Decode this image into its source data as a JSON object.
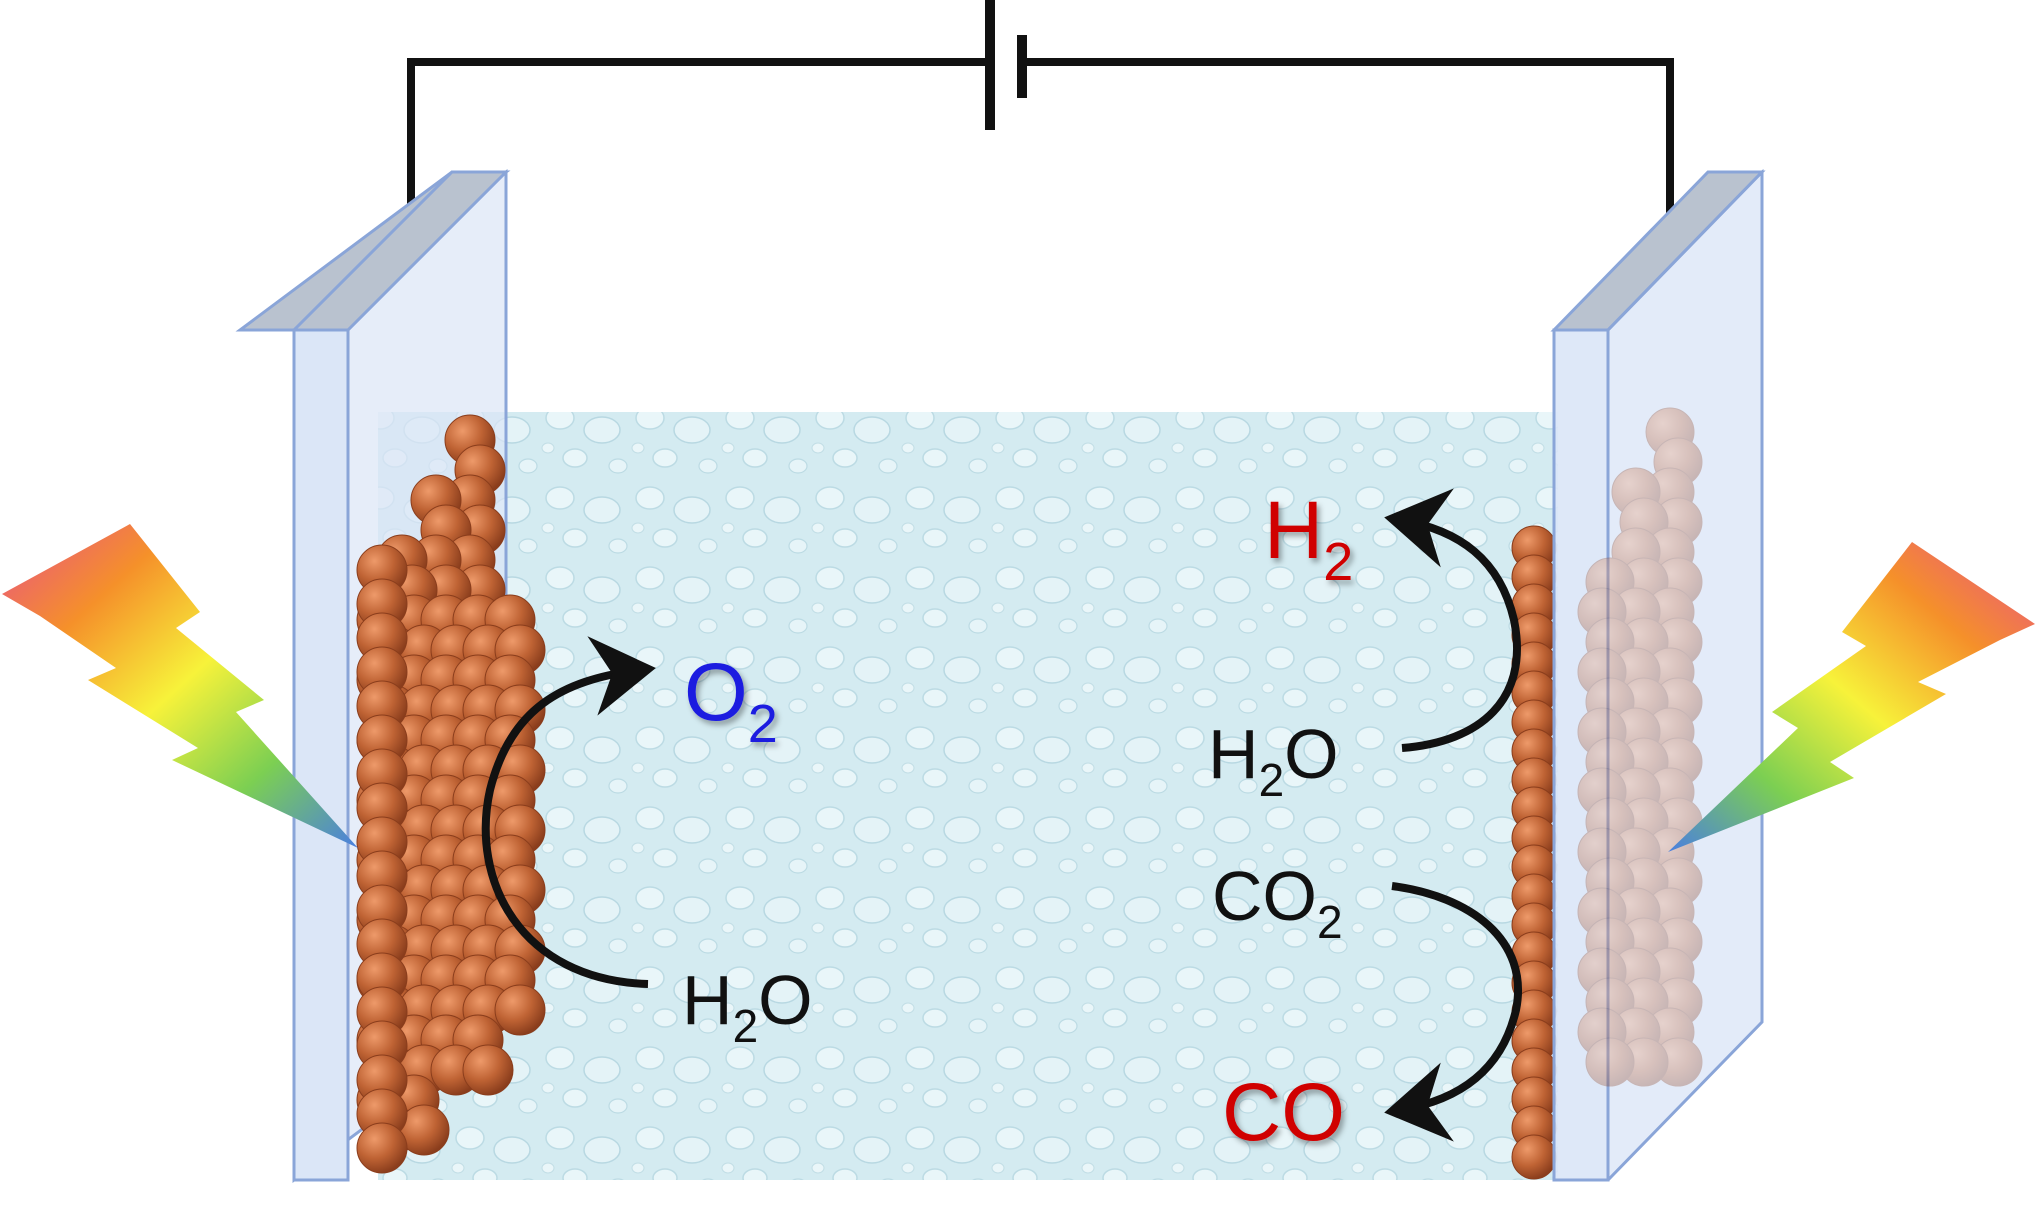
{
  "labels": {
    "anode_product": {
      "main": "O",
      "sub": "2"
    },
    "anode_reactant": {
      "pre": "H",
      "sub": "2",
      "post": "O"
    },
    "cathode_h2": {
      "main": "H",
      "sub": "2"
    },
    "cathode_h2o": {
      "pre": "H",
      "sub": "2",
      "post": "O"
    },
    "cathode_co2": {
      "pre": "CO",
      "sub": "2"
    },
    "cathode_co": "CO"
  },
  "colors": {
    "electrode_face": "#dbe6f7",
    "electrode_edge": "#8aa5d8",
    "electrode_top": "#b9c2cf",
    "electrolyte": "#d6ecf2",
    "particle": "#b85a2e",
    "particle_highlight": "#e48a5a",
    "wire": "#111111",
    "oxygen_label": "#1a1ae0",
    "reduction_label": "#d00000"
  },
  "icons": [
    "battery-symbol",
    "lightning-bolt-icon",
    "arrow-icon"
  ]
}
